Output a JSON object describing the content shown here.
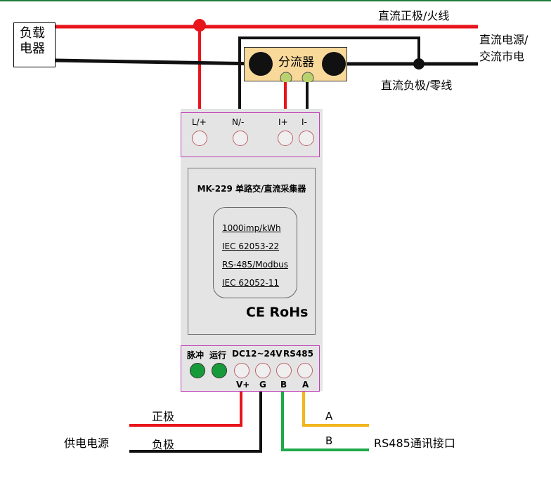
{
  "load": {
    "line1": "负载",
    "line2": "电器"
  },
  "wires": {
    "dc_positive_live": "直流正极/火线",
    "source_line1": "直流电源/",
    "source_line2": "交流市电",
    "dc_negative_neutral": "直流负极/零线"
  },
  "shunt": {
    "label": "分流器"
  },
  "top_terminals": [
    "L/+",
    "N/-",
    "I+",
    "I-"
  ],
  "device": {
    "model": "MK-229 单路交/直流采集器",
    "specs": [
      "1000imp/kWh",
      "IEC 62053-22",
      "RS-485/Modbus",
      "IEC  62052-11"
    ],
    "cert": "CE RoHs"
  },
  "bottom_terminals": {
    "led_pulse": "脉冲",
    "led_run": "运行",
    "power": "DC12~24V",
    "comm": "RS485",
    "pins": [
      "V+",
      "G",
      "B",
      "A"
    ]
  },
  "power_supply": {
    "label": "供电电源",
    "positive": "正极",
    "negative": "负极"
  },
  "rs485": {
    "label": "RS485通讯接口",
    "a": "A",
    "b": "B"
  },
  "colors": {
    "red_wire": "#e8151b",
    "black_wire": "#111111",
    "green_wire": "#1fa84a",
    "yellow_wire": "#f2b51a",
    "shunt_body": "#f8d99a",
    "device_body": "#e4e4e4",
    "terminal_border": "#c040b8"
  }
}
